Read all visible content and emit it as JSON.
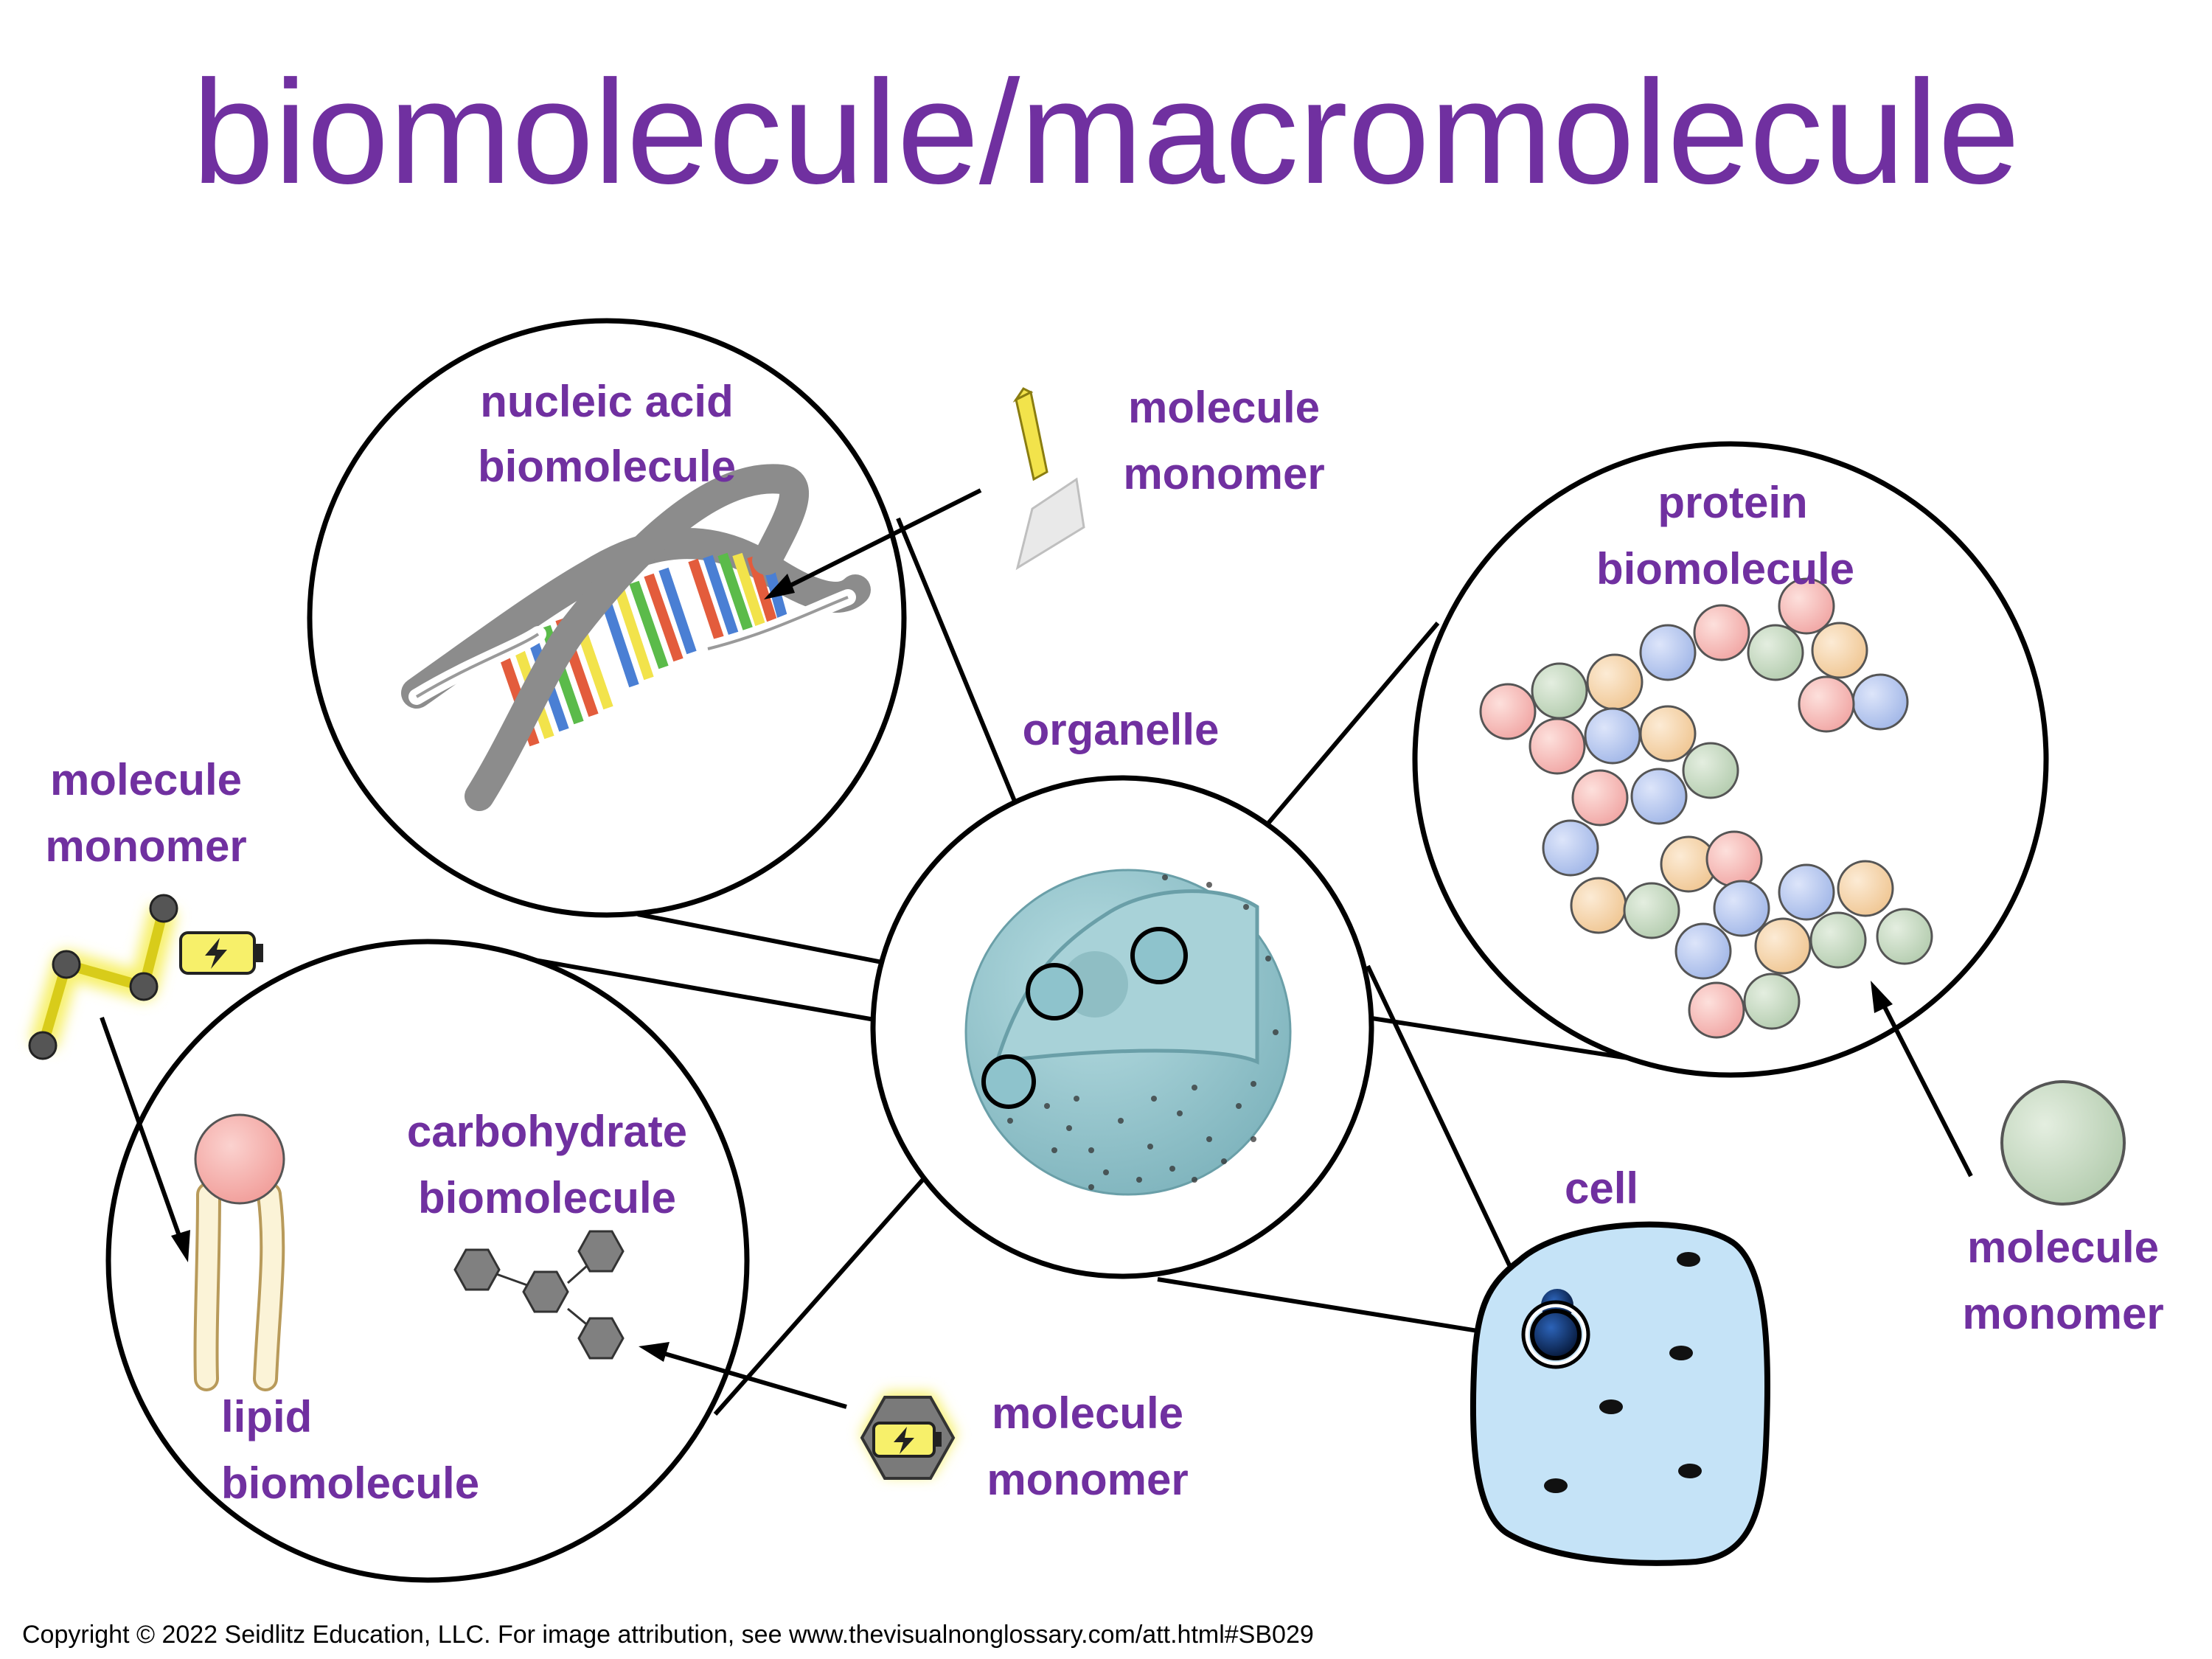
{
  "title": "biomolecule/macromolecule",
  "labels": {
    "nucleic_acid": [
      "nucleic acid",
      "biomolecule"
    ],
    "protein": [
      "protein",
      "biomolecule"
    ],
    "carbohydrate": [
      "carbohydrate",
      "biomolecule"
    ],
    "lipid": [
      "lipid",
      "biomolecule"
    ],
    "organelle": "organelle",
    "cell": "cell",
    "monomer_top": [
      "molecule",
      "monomer"
    ],
    "monomer_left": [
      "molecule",
      "monomer"
    ],
    "monomer_right": [
      "molecule",
      "monomer"
    ],
    "monomer_bottom": [
      "molecule",
      "monomer"
    ]
  },
  "copyright": "Copyright © 2022 Seidlitz Education, LLC.  For image attribution, see www.thevisualnonglossary.com/att.html#SB029",
  "icons": {
    "dna": "dna-double-helix-icon",
    "nucleotide": "nucleotide-icon",
    "amino_acid": "amino-acid-sphere-icon",
    "monosaccharide": "hexagon-sugar-icon",
    "fatty_acid": "fatty-acid-chain-icon",
    "phospholipid": "phospholipid-icon",
    "energy": "battery-lightning-icon",
    "organelle": "nucleus-organelle-icon",
    "cell": "cell-icon"
  },
  "colors": {
    "title": "#7030a0",
    "label": "#7030a0",
    "outline": "#000000",
    "cell_fill": "#c5e3f7",
    "organelle_fill": "#8ec3cc",
    "sphere_red": "#f5b8b8",
    "sphere_green": "#c5d9c0",
    "sphere_blue": "#b9c9ee",
    "sphere_orange": "#f7d2a8",
    "sugar": "#808080",
    "energy_glow": "#f7f06a"
  }
}
